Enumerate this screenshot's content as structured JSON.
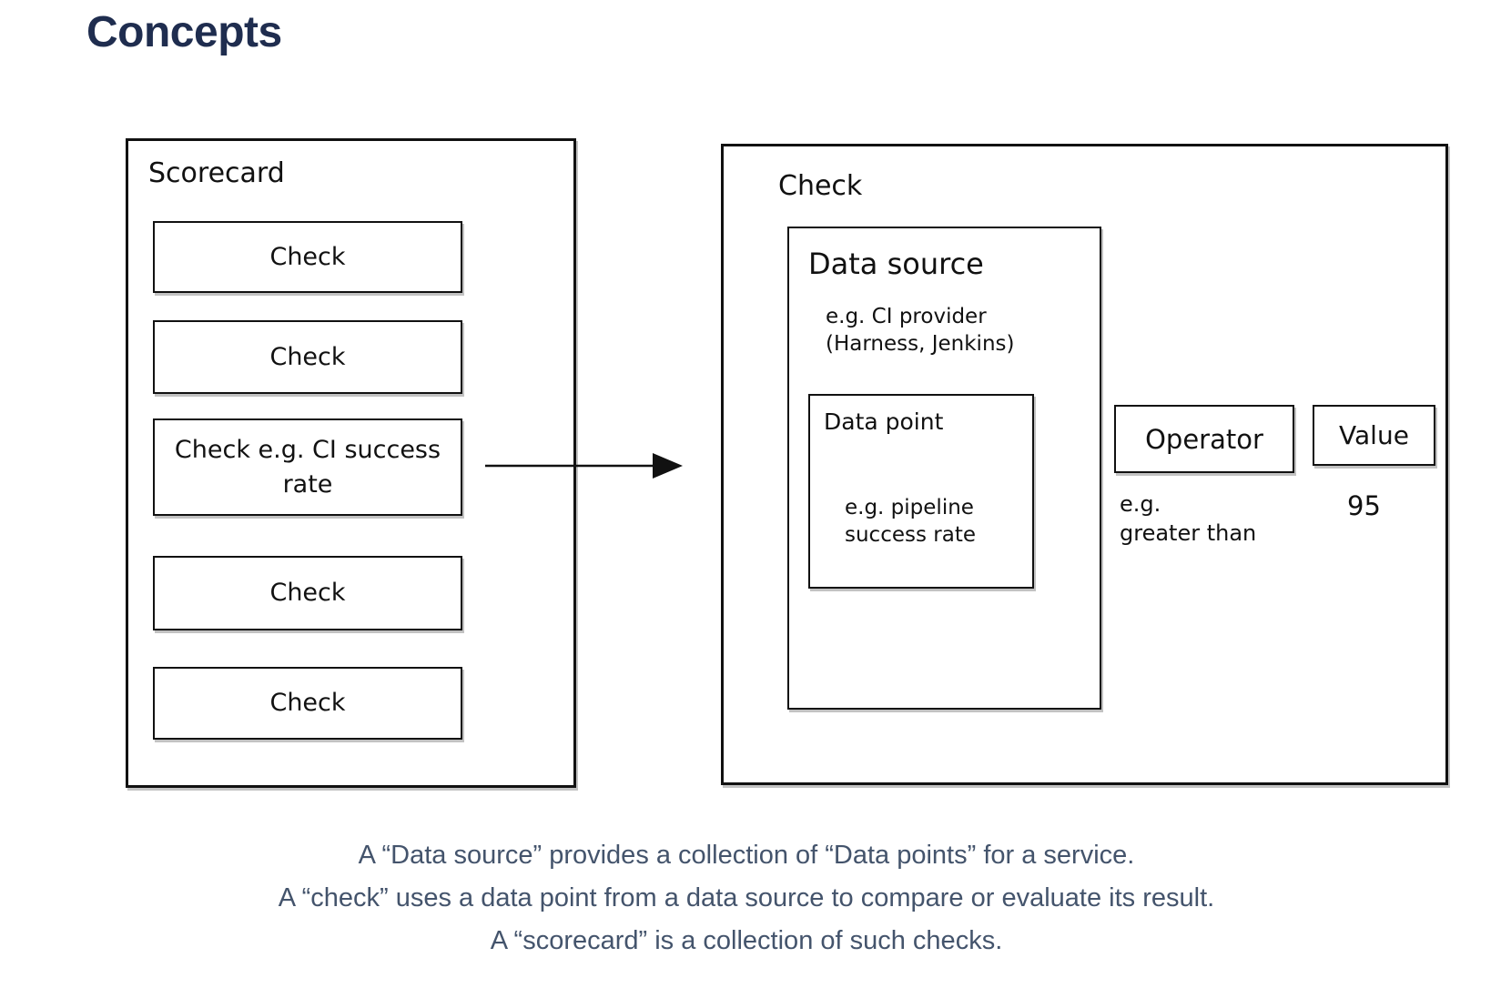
{
  "page": {
    "title": "Concepts"
  },
  "colors": {
    "background": "#ffffff",
    "title_text": "#1f2d4f",
    "footnote_text": "#44546c",
    "diagram_ink": "#111111"
  },
  "scorecard": {
    "label": "Scorecard",
    "checks": [
      "Check",
      "Check",
      "Check e.g. CI success rate",
      "Check",
      "Check"
    ]
  },
  "check_detail": {
    "label": "Check",
    "data_source": {
      "label": "Data source",
      "example": "e.g. CI provider\n(Harness, Jenkins)",
      "data_point": {
        "label": "Data point",
        "example": "e.g. pipeline\nsuccess rate"
      }
    },
    "operator": {
      "label": "Operator",
      "example": "e.g.\ngreater than"
    },
    "value": {
      "label": "Value",
      "example": "95"
    }
  },
  "footnote": {
    "line1": "A “Data source” provides a collection of “Data points” for a service.",
    "line2": "A “check” uses a data point from a data source to compare or evaluate its result.",
    "line3": "A “scorecard” is a collection of such checks."
  }
}
